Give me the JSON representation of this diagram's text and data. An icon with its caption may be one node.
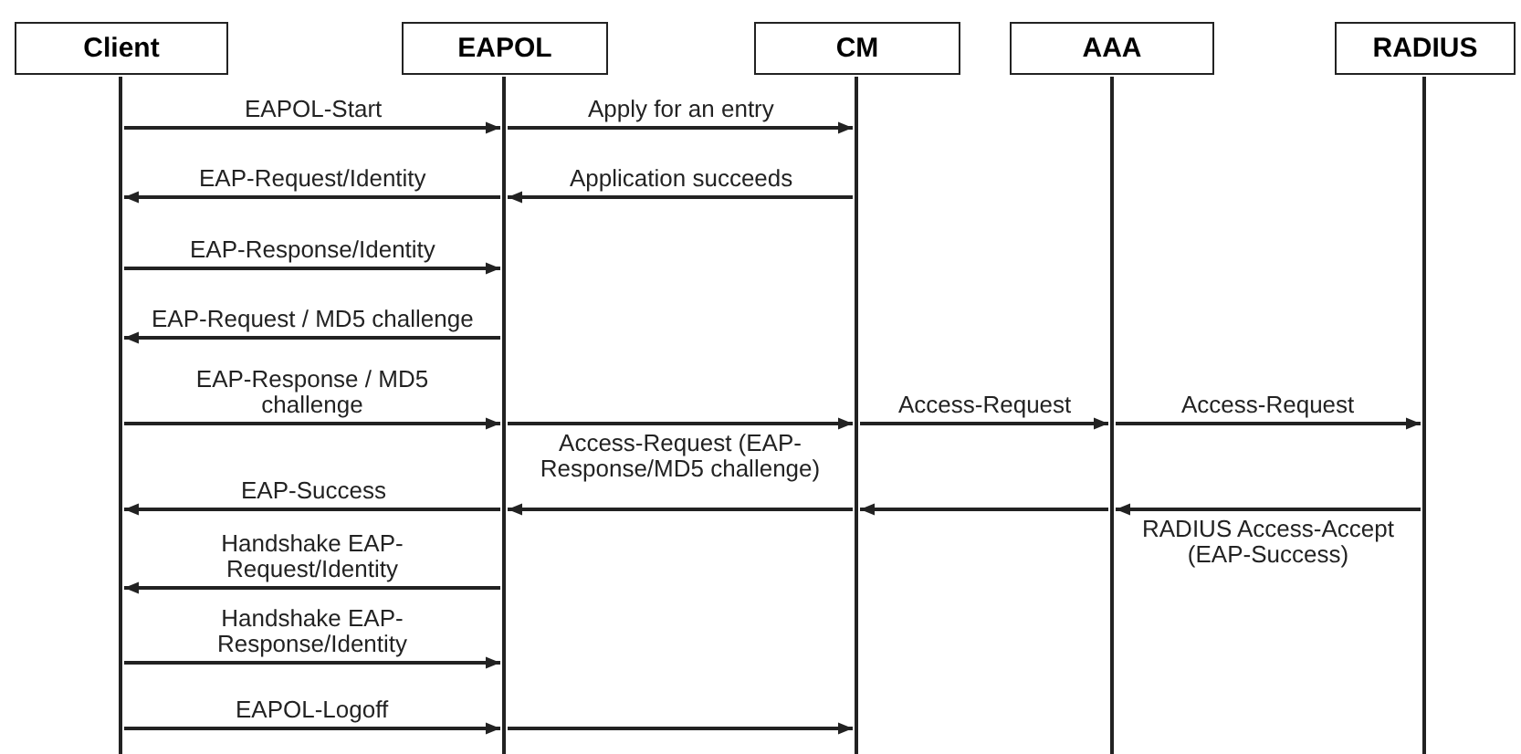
{
  "diagram": {
    "nodes": [
      {
        "text": [
          "Client"
        ]
      },
      {
        "text": [
          "EAPOL"
        ]
      },
      {
        "text": [
          "CM"
        ]
      },
      {
        "text": [
          "AAA"
        ]
      },
      {
        "text": [
          "RADIUS"
        ]
      }
    ],
    "edges": [
      {
        "from": 0,
        "to": 1,
        "arrow": "to",
        "label": "EAPOL-Start"
      },
      {
        "from": 1,
        "to": 2,
        "arrow": "to",
        "label": "Apply for an entry"
      },
      {
        "from": 1,
        "to": 0,
        "arrow": "to",
        "label": "EAP-Request/Identity"
      },
      {
        "from": 2,
        "to": 1,
        "arrow": "to",
        "label": "Application succeeds"
      },
      {
        "from": 0,
        "to": 1,
        "arrow": "to",
        "label": "EAP-Response/Identity"
      },
      {
        "from": 1,
        "to": 0,
        "arrow": "to",
        "label": "EAP-Request / MD5 challenge"
      },
      {
        "from": 0,
        "to": 1,
        "arrow": "to",
        "label": "EAP-Response / MD5 challenge"
      },
      {
        "from": 1,
        "to": 2,
        "arrow": "to",
        "label": "Access-Request (EAP-Response/MD5 challenge)"
      },
      {
        "from": 2,
        "to": 3,
        "arrow": "to",
        "label": "Access-Request"
      },
      {
        "from": 3,
        "to": 4,
        "arrow": "to",
        "label": "Access-Request"
      },
      {
        "from": 1,
        "to": 0,
        "arrow": "to",
        "label": "EAP-Success"
      },
      {
        "from": 2,
        "to": 1,
        "arrow": "to"
      },
      {
        "from": 3,
        "to": 2,
        "arrow": "to"
      },
      {
        "from": 4,
        "to": 3,
        "arrow": "to",
        "label": "RADIUS Access-Accept (EAP-Success)"
      },
      {
        "from": 1,
        "to": 0,
        "arrow": "to",
        "label": "Handshake EAP-Request/Identity"
      },
      {
        "from": 0,
        "to": 1,
        "arrow": "to",
        "label": "Handshake EAP-Response/Identity"
      },
      {
        "from": 0,
        "to": 1,
        "arrow": "to",
        "label": "EAPOL-Logoff"
      },
      {
        "from": 1,
        "to": 2,
        "arrow": "to"
      }
    ]
  }
}
